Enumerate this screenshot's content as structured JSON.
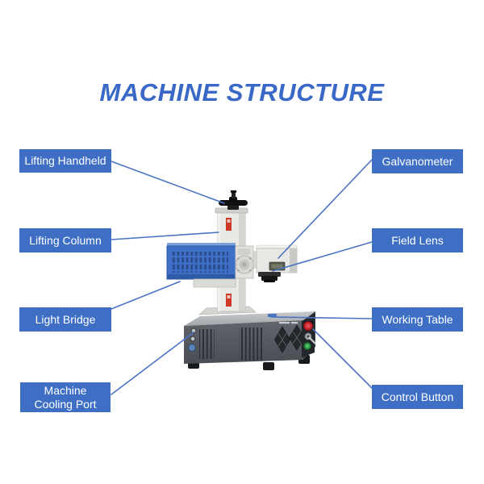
{
  "title": "MACHINE STRUCTURE",
  "labels": {
    "lifting_handheld": "Lifting Handheld",
    "lifting_column": "Lifting Column",
    "light_bridge": "Light Bridge",
    "machine_cooling_port": "Machine\nCooling Port",
    "galvanometer": "Galvanometer",
    "field_lens": "Field Lens",
    "working_table": "Working Table",
    "control_button": "Control Button"
  },
  "colors": {
    "title_text": "#3a68c6",
    "label_background": "#3e6fc4",
    "label_text": "#ffffff",
    "leader_line": "#4a73c4",
    "machine_light_bridge_blue": "#3f70c8",
    "machine_body_gray": "#e9eae6",
    "machine_base_dark_gray": "#54585e",
    "emergency_stop_red": "#c4232a",
    "power_button_green": "#2e9c46",
    "warning_sticker_red": "#cf3a28"
  }
}
